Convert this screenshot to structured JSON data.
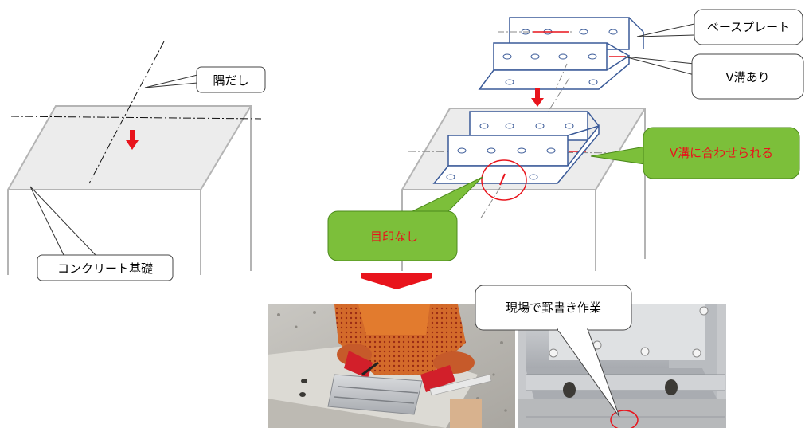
{
  "labels": {
    "sumidashi": "隅だし",
    "concrete": "コンクリート基礎",
    "base_plate": "ベースプレート",
    "v_groove": "V溝あり",
    "align_v_groove": "V溝に合わせられる",
    "no_mark": "目印なし",
    "onsite_marking": "現場で罫書き作業"
  },
  "colors": {
    "callout_green": "#7cbf3a",
    "callout_green_border": "#4c8a1c",
    "arrow_red": "#e8141c",
    "plate_blue": "#3a5a98",
    "slab_gray": "#ececec",
    "frame_gray": "#b4b4b4"
  },
  "photos": [
    {
      "description": "worker-scribing-photo"
    },
    {
      "description": "base-plate-closeup-photo"
    }
  ]
}
